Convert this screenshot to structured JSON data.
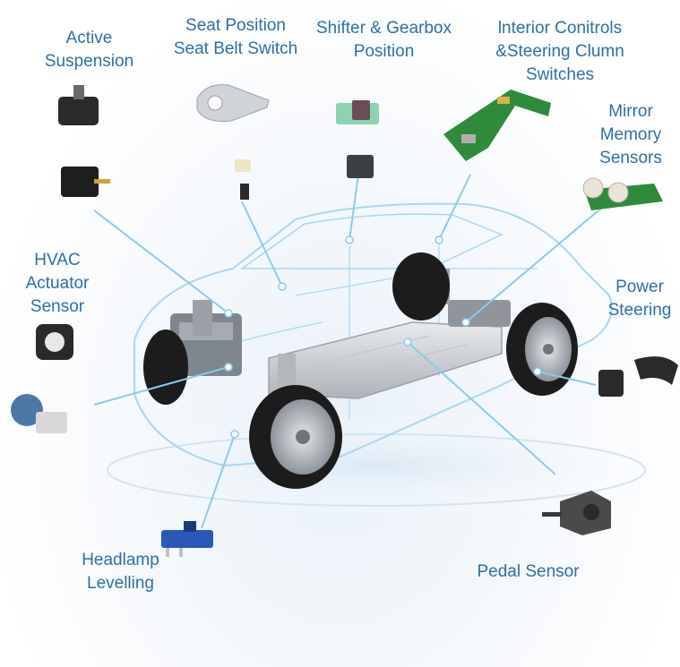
{
  "labels": {
    "active_suspension": [
      "Active",
      "Suspension"
    ],
    "seat_position": [
      "Seat Position",
      "Seat Belt Switch"
    ],
    "shifter": [
      "Shifter & Gearbox",
      "Position"
    ],
    "interior_controls": [
      "lnterior Conitrols",
      "&Steering Clumn",
      "Switches"
    ],
    "mirror_memory": [
      "Mirror",
      "Memory",
      "Sensors"
    ],
    "hvac": [
      "HVAC",
      "Actuator",
      "Sensor"
    ],
    "power_steering": [
      "Power",
      "Steering"
    ],
    "headlamp": [
      "Headlamp",
      "Levelling"
    ],
    "pedal": [
      "Pedal Sensor"
    ]
  },
  "colors": {
    "label_text": "#2f6ea6",
    "leader_line": "#8ec9ea",
    "car_wireframe": "#a9d6f0",
    "battery": "#cfd3d8",
    "tire": "#1c1c1c",
    "rim": "#b9bec4",
    "pcb_green": "#2f8a3c",
    "sensor_black": "#2a2a2a",
    "sensor_blue": "#2a58b8"
  },
  "icons": [
    "suspension-sensor-icon",
    "seat-sensor-icon",
    "shifter-sensor-icon",
    "pcb-switch-icon",
    "mirror-sensor-icon",
    "hvac-sensor-icon",
    "power-steering-sensor-icon",
    "headlamp-sensor-icon",
    "pedal-sensor-icon"
  ]
}
